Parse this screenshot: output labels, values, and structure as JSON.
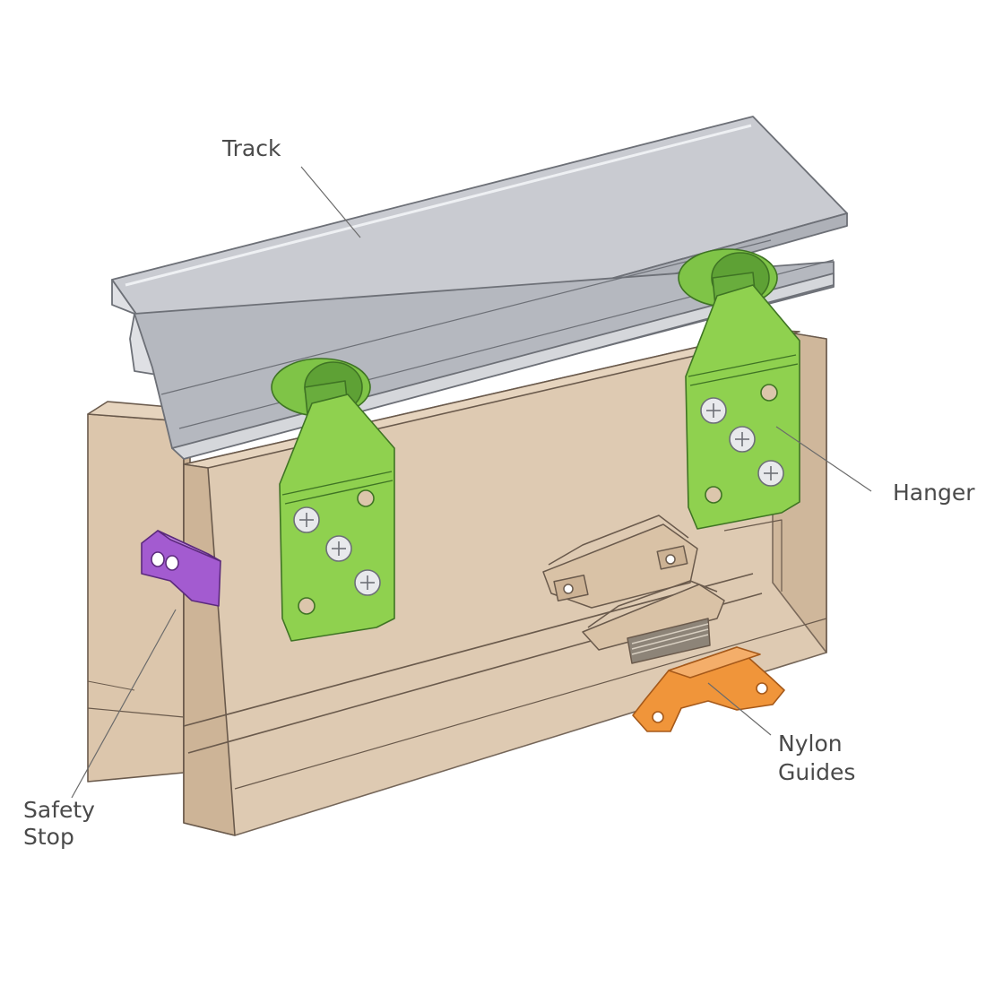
{
  "labels": {
    "track": "Track",
    "hanger": "Hanger",
    "safety_stop": [
      "Safety",
      "Stop"
    ],
    "nylon_guides": [
      "Nylon",
      "Guides"
    ]
  },
  "colors": {
    "background": "#ffffff",
    "door_face": "#dcc6ac",
    "door_edge": "#cdb497",
    "track_top": "#c9cbd1",
    "track_side": "#b9bcc3",
    "hanger_green": "#8fd14f",
    "hanger_dark": "#4f8f2c",
    "safety_stop_purple": "#a35bd0",
    "nylon_guide_orange": "#f0953a",
    "outline": "#6a5a4c",
    "label_text": "#4a4a4a"
  },
  "icons": [
    "screw-head-icon",
    "roller-wheel-icon"
  ]
}
